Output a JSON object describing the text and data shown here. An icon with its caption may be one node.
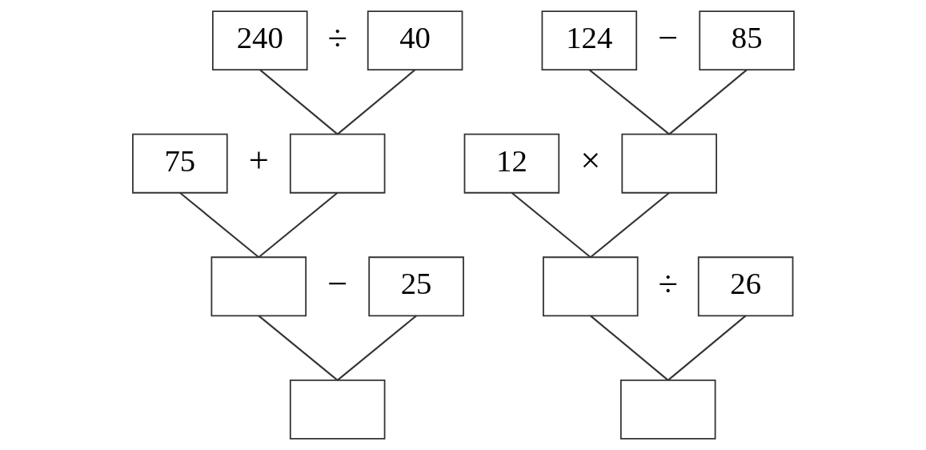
{
  "diagram": {
    "nodes": [
      {
        "text": [
          "240"
        ]
      },
      {
        "text": [
          "40"
        ]
      },
      {
        "text": [
          "75"
        ]
      },
      {
        "text": [],
        "shape": "box"
      },
      {
        "text": [],
        "shape": "box"
      },
      {
        "text": [
          "25"
        ]
      },
      {
        "text": [],
        "shape": "box"
      },
      {
        "text": [
          "124"
        ]
      },
      {
        "text": [
          "85"
        ]
      },
      {
        "text": [
          "12"
        ]
      },
      {
        "text": [],
        "shape": "box"
      },
      {
        "text": [],
        "shape": "box"
      },
      {
        "text": [
          "26"
        ]
      },
      {
        "text": [],
        "shape": "box"
      }
    ],
    "edges": [
      {
        "from": 0,
        "to": 3,
        "arrow": "none"
      },
      {
        "from": 1,
        "to": 3,
        "arrow": "none"
      },
      {
        "from": 2,
        "to": 4,
        "arrow": "none"
      },
      {
        "from": 3,
        "to": 4,
        "arrow": "none"
      },
      {
        "from": 4,
        "to": 6,
        "arrow": "none"
      },
      {
        "from": 5,
        "to": 6,
        "arrow": "none"
      },
      {
        "from": 7,
        "to": 10,
        "arrow": "none"
      },
      {
        "from": 8,
        "to": 10,
        "arrow": "none"
      },
      {
        "from": 9,
        "to": 11,
        "arrow": "none"
      },
      {
        "from": 10,
        "to": 11,
        "arrow": "none"
      },
      {
        "from": 11,
        "to": 13,
        "arrow": "none"
      },
      {
        "from": 12,
        "to": 13,
        "arrow": "none"
      }
    ],
    "labels": [
      "÷",
      "+",
      "−",
      "−",
      "×",
      "÷"
    ]
  }
}
